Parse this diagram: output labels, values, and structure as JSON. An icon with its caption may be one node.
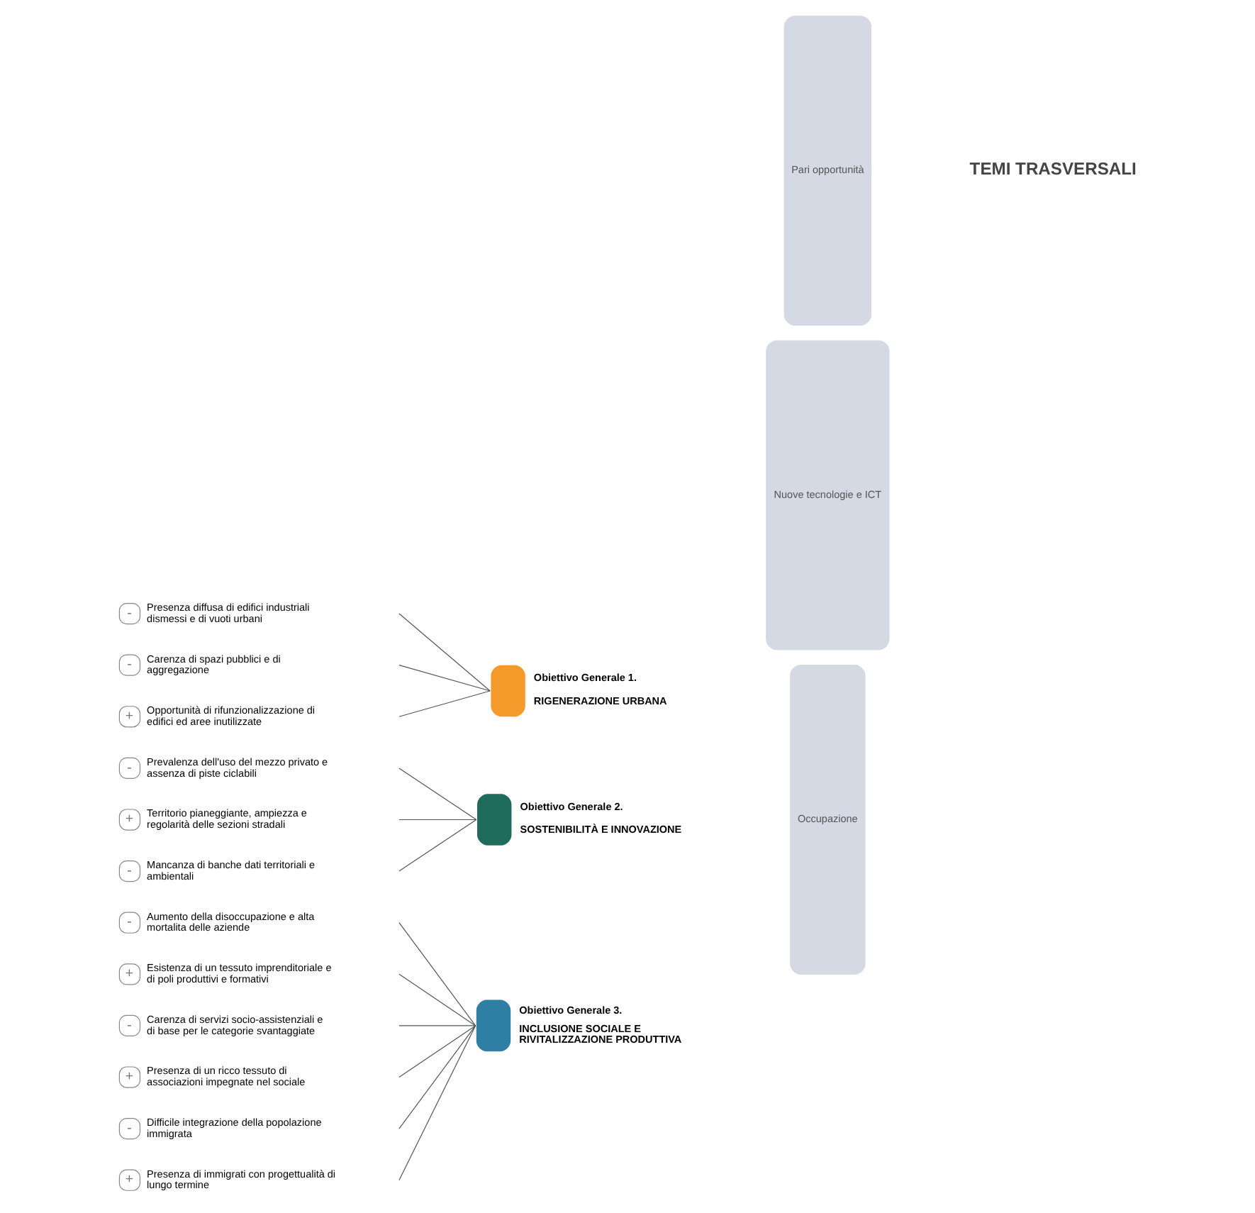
{
  "diagram": {
    "nodes": [
      {
        "text": [
          "-"
        ],
        "beside": [
          "Presenza diffusa di edifici industriali dismessi e di vuoti urbani"
        ]
      },
      {
        "text": [
          "-"
        ],
        "beside": [
          "Carenza di spazi pubblici e di aggregazione"
        ]
      },
      {
        "text": [
          "+"
        ],
        "beside": [
          "Opportunità di rifunzionalizzazione di edifici ed aree inutilizzate"
        ]
      },
      {
        "text": [
          "-"
        ],
        "beside": [
          "Prevalenza dell'uso del mezzo privato e assenza di piste ciclabili"
        ]
      },
      {
        "text": [
          "+"
        ],
        "beside": [
          "Territorio pianeggiante, ampiezza e regolarità delle sezioni stradali"
        ]
      },
      {
        "text": [
          "-"
        ],
        "beside": [
          "Mancanza di banche dati territoriali e ambientali"
        ]
      },
      {
        "text": [
          "-"
        ],
        "beside": [
          "Aumento della disoccupazione e alta mortalita delle aziende"
        ]
      },
      {
        "text": [
          "+"
        ],
        "beside": [
          "Esistenza di un tessuto imprenditoriale e di poli produttivi e formativi"
        ]
      },
      {
        "text": [
          "-"
        ],
        "beside": [
          "Carenza di servizi socio-assistenziali e di base per le categorie svantaggiate"
        ]
      },
      {
        "text": [
          "+"
        ],
        "beside": [
          "Presenza di un ricco tessuto di associazioni impegnate nel sociale"
        ]
      },
      {
        "text": [
          "-"
        ],
        "beside": [
          "Difficile integrazione della popolazione immigrata"
        ]
      },
      {
        "text": [
          "+"
        ],
        "beside": [
          "Presenza di immigrati con progettualità di lungo termine"
        ]
      },
      {
        "text": [
          "Obiettivo Generale 1.",
          "RIGENERAZIONE URBANA"
        ]
      },
      {
        "text": [
          "Obiettivo Generale 2.",
          "SOSTENIBILITÀ E INNOVAZIONE"
        ]
      },
      {
        "text": [
          "Obiettivo Generale 3.",
          "INCLUSIONE SOCIALE E RIVITALIZZAZIONE PRODUTTIVA"
        ]
      },
      {
        "text": [
          "Occupazione"
        ]
      },
      {
        "text": [
          "Nuove tecnologie e ICT"
        ]
      },
      {
        "text": [
          "Pari opportunità"
        ]
      }
    ],
    "edges": [
      {
        "from": 0,
        "to": 12,
        "arrow": "none"
      },
      {
        "from": 1,
        "to": 12,
        "arrow": "none"
      },
      {
        "from": 2,
        "to": 12,
        "arrow": "none"
      },
      {
        "from": 3,
        "to": 13,
        "arrow": "none"
      },
      {
        "from": 4,
        "to": 13,
        "arrow": "none"
      },
      {
        "from": 5,
        "to": 13,
        "arrow": "none"
      },
      {
        "from": 6,
        "to": 14,
        "arrow": "none"
      },
      {
        "from": 7,
        "to": 14,
        "arrow": "none"
      },
      {
        "from": 8,
        "to": 14,
        "arrow": "none"
      },
      {
        "from": 9,
        "to": 14,
        "arrow": "none"
      },
      {
        "from": 10,
        "to": 14,
        "arrow": "none"
      },
      {
        "from": 11,
        "to": 14,
        "arrow": "none"
      }
    ],
    "labels": [
      "TEMI TRASVERSALI"
    ]
  }
}
